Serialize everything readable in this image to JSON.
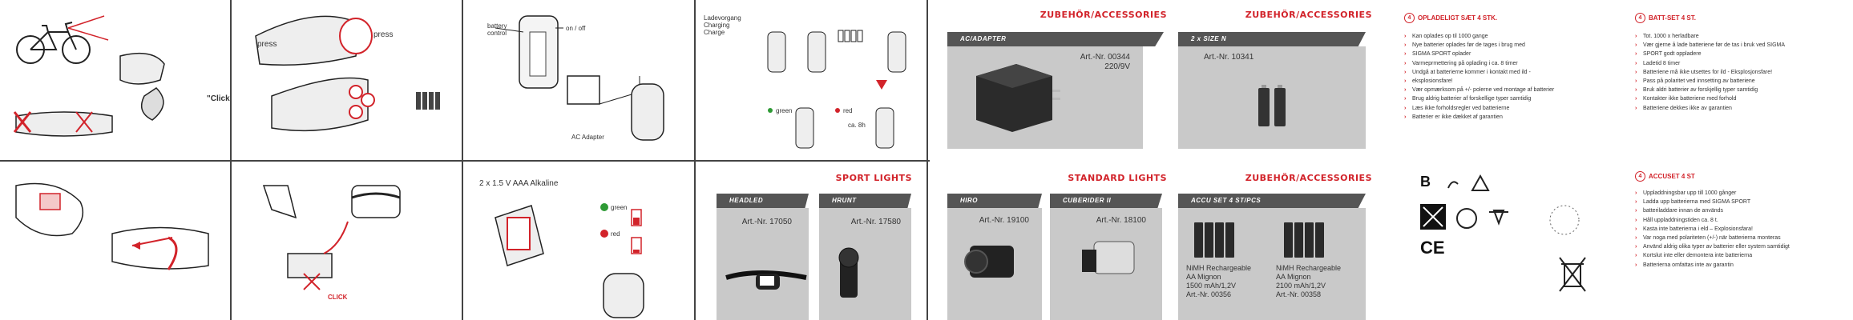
{
  "colors": {
    "accent": "#d2232a",
    "card": "#c9c9c9",
    "card_head": "#555555"
  },
  "manual": {
    "p_top2": {
      "press_left": "press",
      "press_right": "press"
    },
    "p_bottom3": {
      "battery_label": "2 x 1.5 V AAA Alkaline",
      "green": "green",
      "red": "red"
    },
    "p_top3": {
      "battery_control": "battery\ncontrol",
      "onoff": "on / off",
      "ac_adapter": "AC Adapter"
    },
    "p_top4": {
      "line1": "Ladevorgang",
      "line2": "Charging",
      "line3": "Charge",
      "green": "green",
      "red": "red",
      "time": "ca. 8h"
    },
    "p_top1": {
      "click": "\"Click\""
    },
    "p_bottom2": {
      "click": "CLICK"
    }
  },
  "accessories": {
    "title_top_left": "ZUBEHÖR/ACCESSORIES",
    "title_top_right": "ZUBEHÖR/ACCESSORIES",
    "title_bottom_mid": "STANDARD LIGHTS",
    "title_bottom_right": "ZUBEHÖR/ACCESSORIES",
    "sport_lights": "SPORT LIGHTS",
    "charger": {
      "head": "AC/ADAPTER",
      "art": "Art.-Nr. 00344",
      "spec": "220/9V"
    },
    "aa": {
      "head": "2 x SIZE N",
      "art": "Art.-Nr. 10341"
    },
    "headled": {
      "head": "HEADLED",
      "art": "Art.-Nr. 17050"
    },
    "hrunt": {
      "head": "HRUNT",
      "art": "Art.-Nr. 17580"
    },
    "hiro": {
      "head": "HIRO",
      "art": "Art.-Nr. 19100"
    },
    "cuberider": {
      "head": "CUBERIDER II",
      "art": "Art.-Nr. 18100"
    },
    "accu": {
      "head": "ACCU SET 4 ST/PCS",
      "left_line1": "NiMH Rechargeable",
      "left_line2": "AA Mignon",
      "left_line3": "1500 mAh/1,2V",
      "left_line4": "Art.-Nr. 00356",
      "right_line1": "NiMH Rechargeable",
      "right_line2": "AA Mignon",
      "right_line3": "2100 mAh/1,2V",
      "right_line4": "Art.-Nr. 00358"
    }
  },
  "instructions": {
    "dk": {
      "num": "4",
      "head": "OPLADELIGT SÆT 4 STK.",
      "items": [
        "Kan oplades op til 1000 gange",
        "Nye batterier oplades før de tages i brug med",
        "SIGMA SPORT oplader",
        "Varmeprmettering på oplading i ca. 8 timer",
        "Undgå at batterierne kommer i kontakt med ild -",
        "eksplosionsfare!",
        "Vær opmærksom på +/- polerne ved montage af batterier",
        "Brug aldrig batterier af forskellige typer samtidig",
        "Læs ikke forholdsregler ved batterierne",
        "Batterier er ikke dækket af garantien"
      ]
    },
    "no": {
      "num": "4",
      "head": "BATT-SET 4 ST.",
      "items": [
        "Tot. 1000 x herladbare",
        "Vær gjerne å lade batteriene før de tas i bruk ved SIGMA",
        "SPORT godt oppladere",
        "Ladetid 8 timer",
        "Batteriene må ikke utsettes for ild - Eksplosjonsfare!",
        "Pass på polaritet ved innsetting av batteriene",
        "Bruk aldri batterier av forskjellig typer samtidig",
        "Kontakter ikke batteriene med forhold",
        "Batteriene dekkes ikke av garantien"
      ]
    },
    "se": {
      "num": "4",
      "head": "ACCUSET 4 ST",
      "items": [
        "Uppladdningsbar upp till 1000 gånger",
        "Ladda upp batterierna med SIGMA SPORT",
        "batteriladdare innan de används",
        "Håll uppladdningstiden ca. 8 t.",
        "Kasta inte batterierna i eld – Explosionsfara!",
        "Var noga med polariteten (+/-) när batterierna monteras",
        "Använd aldrig olika typer av batterier eller system samtidigt",
        "Kortslut inte eller demontera inte batterierna",
        "Batterierna omfattas inte av garantin"
      ]
    },
    "symbols": {
      "ce": "CE",
      "b": "B"
    }
  }
}
